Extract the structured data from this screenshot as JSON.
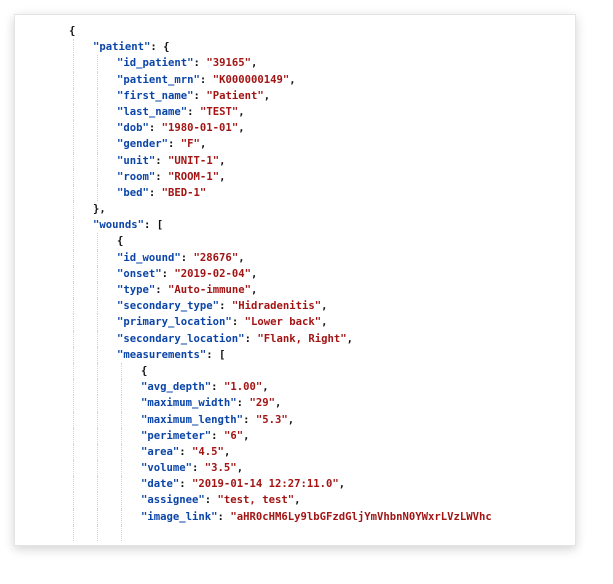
{
  "lines": [
    {
      "indent": 0,
      "parts": [
        {
          "t": "punc",
          "v": "{"
        }
      ]
    },
    {
      "indent": 1,
      "parts": [
        {
          "t": "key",
          "v": "\"patient\""
        },
        {
          "t": "punc",
          "v": ": {"
        }
      ]
    },
    {
      "indent": 2,
      "parts": [
        {
          "t": "key",
          "v": "\"id_patient\""
        },
        {
          "t": "punc",
          "v": ": "
        },
        {
          "t": "str",
          "v": "\"39165\""
        },
        {
          "t": "punc",
          "v": ","
        }
      ]
    },
    {
      "indent": 2,
      "parts": [
        {
          "t": "key",
          "v": "\"patient_mrn\""
        },
        {
          "t": "punc",
          "v": ": "
        },
        {
          "t": "str",
          "v": "\"K000000149\""
        },
        {
          "t": "punc",
          "v": ","
        }
      ]
    },
    {
      "indent": 2,
      "parts": [
        {
          "t": "key",
          "v": "\"first_name\""
        },
        {
          "t": "punc",
          "v": ": "
        },
        {
          "t": "str",
          "v": "\"Patient\""
        },
        {
          "t": "punc",
          "v": ","
        }
      ]
    },
    {
      "indent": 2,
      "parts": [
        {
          "t": "key",
          "v": "\"last_name\""
        },
        {
          "t": "punc",
          "v": ": "
        },
        {
          "t": "str",
          "v": "\"TEST\""
        },
        {
          "t": "punc",
          "v": ","
        }
      ]
    },
    {
      "indent": 2,
      "parts": [
        {
          "t": "key",
          "v": "\"dob\""
        },
        {
          "t": "punc",
          "v": ": "
        },
        {
          "t": "str",
          "v": "\"1980-01-01\""
        },
        {
          "t": "punc",
          "v": ","
        }
      ]
    },
    {
      "indent": 2,
      "parts": [
        {
          "t": "key",
          "v": "\"gender\""
        },
        {
          "t": "punc",
          "v": ": "
        },
        {
          "t": "str",
          "v": "\"F\""
        },
        {
          "t": "punc",
          "v": ","
        }
      ]
    },
    {
      "indent": 2,
      "parts": [
        {
          "t": "key",
          "v": "\"unit\""
        },
        {
          "t": "punc",
          "v": ": "
        },
        {
          "t": "str",
          "v": "\"UNIT-1\""
        },
        {
          "t": "punc",
          "v": ","
        }
      ]
    },
    {
      "indent": 2,
      "parts": [
        {
          "t": "key",
          "v": "\"room\""
        },
        {
          "t": "punc",
          "v": ": "
        },
        {
          "t": "str",
          "v": "\"ROOM-1\""
        },
        {
          "t": "punc",
          "v": ","
        }
      ]
    },
    {
      "indent": 2,
      "parts": [
        {
          "t": "key",
          "v": "\"bed\""
        },
        {
          "t": "punc",
          "v": ": "
        },
        {
          "t": "str",
          "v": "\"BED-1\""
        }
      ]
    },
    {
      "indent": 1,
      "parts": [
        {
          "t": "punc",
          "v": "},"
        }
      ]
    },
    {
      "indent": 1,
      "parts": [
        {
          "t": "key",
          "v": "\"wounds\""
        },
        {
          "t": "punc",
          "v": ": ["
        }
      ]
    },
    {
      "indent": 2,
      "parts": [
        {
          "t": "punc",
          "v": "{"
        }
      ]
    },
    {
      "indent": 2,
      "parts": [
        {
          "t": "key",
          "v": "\"id_wound\""
        },
        {
          "t": "punc",
          "v": ": "
        },
        {
          "t": "str",
          "v": "\"28676\""
        },
        {
          "t": "punc",
          "v": ","
        }
      ]
    },
    {
      "indent": 2,
      "parts": [
        {
          "t": "key",
          "v": "\"onset\""
        },
        {
          "t": "punc",
          "v": ": "
        },
        {
          "t": "str",
          "v": "\"2019-02-04\""
        },
        {
          "t": "punc",
          "v": ","
        }
      ]
    },
    {
      "indent": 2,
      "parts": [
        {
          "t": "key",
          "v": "\"type\""
        },
        {
          "t": "punc",
          "v": ": "
        },
        {
          "t": "str",
          "v": "\"Auto-immune\""
        },
        {
          "t": "punc",
          "v": ","
        }
      ]
    },
    {
      "indent": 2,
      "parts": [
        {
          "t": "key",
          "v": "\"secondary_type\""
        },
        {
          "t": "punc",
          "v": ": "
        },
        {
          "t": "str",
          "v": "\"Hidradenitis\""
        },
        {
          "t": "punc",
          "v": ","
        }
      ]
    },
    {
      "indent": 2,
      "parts": [
        {
          "t": "key",
          "v": "\"primary_location\""
        },
        {
          "t": "punc",
          "v": ": "
        },
        {
          "t": "str",
          "v": "\"Lower back\""
        },
        {
          "t": "punc",
          "v": ","
        }
      ]
    },
    {
      "indent": 2,
      "parts": [
        {
          "t": "key",
          "v": "\"secondary_location\""
        },
        {
          "t": "punc",
          "v": ": "
        },
        {
          "t": "str",
          "v": "\"Flank, Right\""
        },
        {
          "t": "punc",
          "v": ","
        }
      ]
    },
    {
      "indent": 2,
      "parts": [
        {
          "t": "key",
          "v": "\"measurements\""
        },
        {
          "t": "punc",
          "v": ": ["
        }
      ]
    },
    {
      "indent": 3,
      "parts": [
        {
          "t": "punc",
          "v": "{"
        }
      ]
    },
    {
      "indent": 3,
      "parts": [
        {
          "t": "key",
          "v": "\"avg_depth\""
        },
        {
          "t": "punc",
          "v": ": "
        },
        {
          "t": "str",
          "v": "\"1.00\""
        },
        {
          "t": "punc",
          "v": ","
        }
      ]
    },
    {
      "indent": 3,
      "parts": [
        {
          "t": "key",
          "v": "\"maximum_width\""
        },
        {
          "t": "punc",
          "v": ": "
        },
        {
          "t": "str",
          "v": "\"29\""
        },
        {
          "t": "punc",
          "v": ","
        }
      ]
    },
    {
      "indent": 3,
      "parts": [
        {
          "t": "key",
          "v": "\"maximum_length\""
        },
        {
          "t": "punc",
          "v": ": "
        },
        {
          "t": "str",
          "v": "\"5.3\""
        },
        {
          "t": "punc",
          "v": ","
        }
      ]
    },
    {
      "indent": 3,
      "parts": [
        {
          "t": "key",
          "v": "\"perimeter\""
        },
        {
          "t": "punc",
          "v": ": "
        },
        {
          "t": "str",
          "v": "\"6\""
        },
        {
          "t": "punc",
          "v": ","
        }
      ]
    },
    {
      "indent": 3,
      "parts": [
        {
          "t": "key",
          "v": "\"area\""
        },
        {
          "t": "punc",
          "v": ": "
        },
        {
          "t": "str",
          "v": "\"4.5\""
        },
        {
          "t": "punc",
          "v": ","
        }
      ]
    },
    {
      "indent": 3,
      "parts": [
        {
          "t": "key",
          "v": "\"volume\""
        },
        {
          "t": "punc",
          "v": ": "
        },
        {
          "t": "str",
          "v": "\"3.5\""
        },
        {
          "t": "punc",
          "v": ","
        }
      ]
    },
    {
      "indent": 3,
      "parts": [
        {
          "t": "key",
          "v": "\"date\""
        },
        {
          "t": "punc",
          "v": ": "
        },
        {
          "t": "str",
          "v": "\"2019-01-14 12:27:11.0\""
        },
        {
          "t": "punc",
          "v": ","
        }
      ]
    },
    {
      "indent": 3,
      "parts": [
        {
          "t": "key",
          "v": "\"assignee\""
        },
        {
          "t": "punc",
          "v": ": "
        },
        {
          "t": "str",
          "v": "\"test, test\""
        },
        {
          "t": "punc",
          "v": ","
        }
      ]
    },
    {
      "indent": 3,
      "parts": [
        {
          "t": "key",
          "v": "\"image_link\""
        },
        {
          "t": "punc",
          "v": ": "
        },
        {
          "t": "str",
          "v": "\"aHR0cHM6Ly9lbGFzdGljYmVhbnN0YWxrLVzLWVhc"
        }
      ]
    },
    {
      "indent": 3,
      "parts": []
    }
  ],
  "colors": {
    "key": "#0b45a8",
    "string": "#a31515",
    "punctuation": "#111111"
  }
}
